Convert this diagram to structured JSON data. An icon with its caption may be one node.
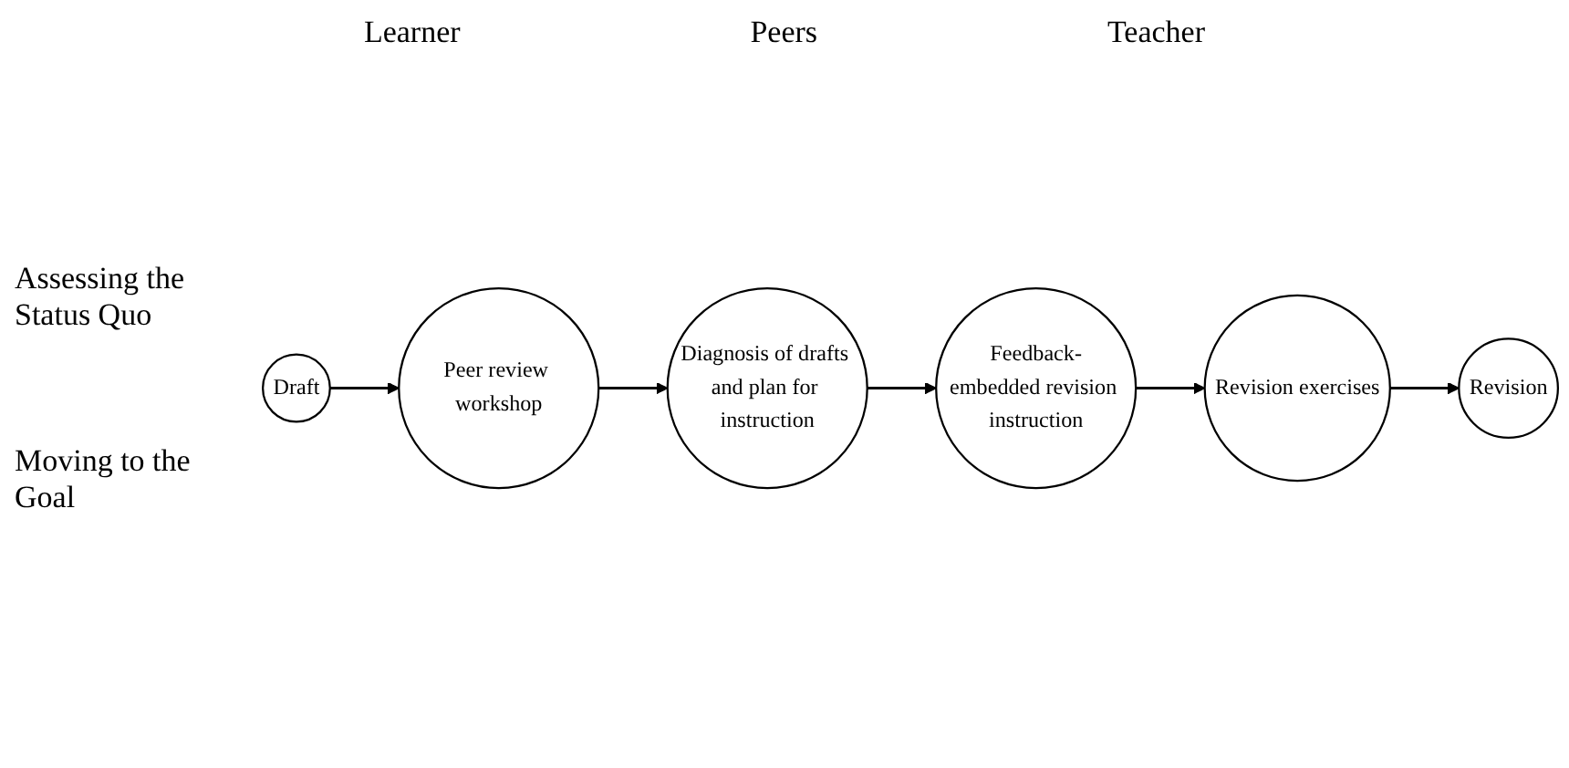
{
  "diagram": {
    "nodes": [
      {
        "text": [
          "Draft"
        ]
      },
      {
        "text": [
          "Peer review workshop"
        ]
      },
      {
        "text": [
          "Diagnosis of drafts and plan for instruction"
        ]
      },
      {
        "text": [
          "Feedback-embedded revision instruction"
        ]
      },
      {
        "text": [
          "Revision exercises"
        ]
      },
      {
        "text": [
          "Revision"
        ]
      }
    ],
    "edges": [
      {
        "from": 0,
        "to": 1,
        "arrow": "to"
      },
      {
        "from": 1,
        "to": 2,
        "arrow": "to"
      },
      {
        "from": 2,
        "to": 3,
        "arrow": "to"
      },
      {
        "from": 3,
        "to": 4,
        "arrow": "to"
      },
      {
        "from": 4,
        "to": 5,
        "arrow": "to"
      }
    ],
    "labels": [
      "Learner",
      "Peers",
      "Teacher",
      "Assessing the Status Quo",
      "Moving to the Goal"
    ]
  }
}
